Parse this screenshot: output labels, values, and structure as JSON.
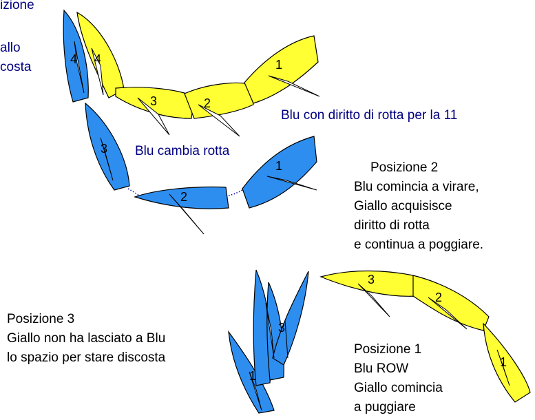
{
  "colors": {
    "yellow": "#ffff33",
    "blue": "#2d8ef0",
    "label_navy": "#000080",
    "label_black": "#000000"
  },
  "labels": {
    "top_left_1": "izione",
    "top_left_2": "allo",
    "top_left_3": "costa",
    "blu_diritto": "Blu con diritto di rotta per la 11",
    "blu_cambia": "Blu cambia rotta",
    "pos2": [
      "Posizione 2",
      "Blu comincia a virare,",
      "Giallo acquisisce",
      "diritto di rotta",
      "e continua a poggiare."
    ],
    "pos3": [
      "Posizione 3",
      "Giallo non ha lasciato a Blu",
      "lo spazio per stare discosta"
    ],
    "pos1": [
      "Posizione 1",
      "Blu ROW",
      "Giallo comincia",
      "a puggiare"
    ]
  },
  "boat_numbers": {
    "top_yellow": [
      "1",
      "2",
      "3",
      "4"
    ],
    "top_blue": [
      "1",
      "2",
      "3",
      "4"
    ],
    "bottom_yellow": [
      "1",
      "2",
      "3"
    ],
    "bottom_blue": [
      "1",
      "3"
    ]
  }
}
